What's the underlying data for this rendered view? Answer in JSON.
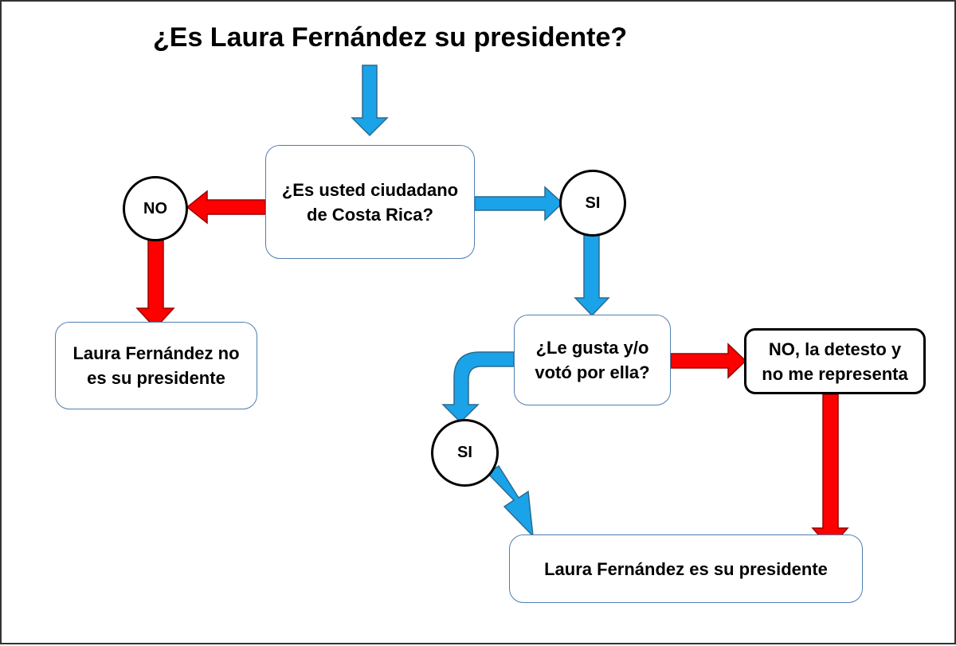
{
  "colors": {
    "blue_arrow": "#1aa3e8",
    "red_arrow": "#ff0000",
    "box_border": "#4f7fb0",
    "circle_border": "#000000"
  },
  "title": "¿Es Laura Fernández su presidente?",
  "nodes": {
    "citizen_question": {
      "lines": [
        "¿Es usted ciudadano",
        "de Costa Rica?"
      ]
    },
    "no_citizen": {
      "label": "NO"
    },
    "si_citizen": {
      "label": "SI"
    },
    "not_president": {
      "lines": [
        "Laura Fernández no",
        "es su presidente"
      ]
    },
    "like_question": {
      "lines": [
        "¿Le gusta y/o",
        "votó por ella?"
      ]
    },
    "no_detest": {
      "lines": [
        "NO, la detesto y",
        "no me representa"
      ]
    },
    "si_like": {
      "label": "SI"
    },
    "is_president": {
      "label": "Laura Fernández es su presidente"
    }
  }
}
